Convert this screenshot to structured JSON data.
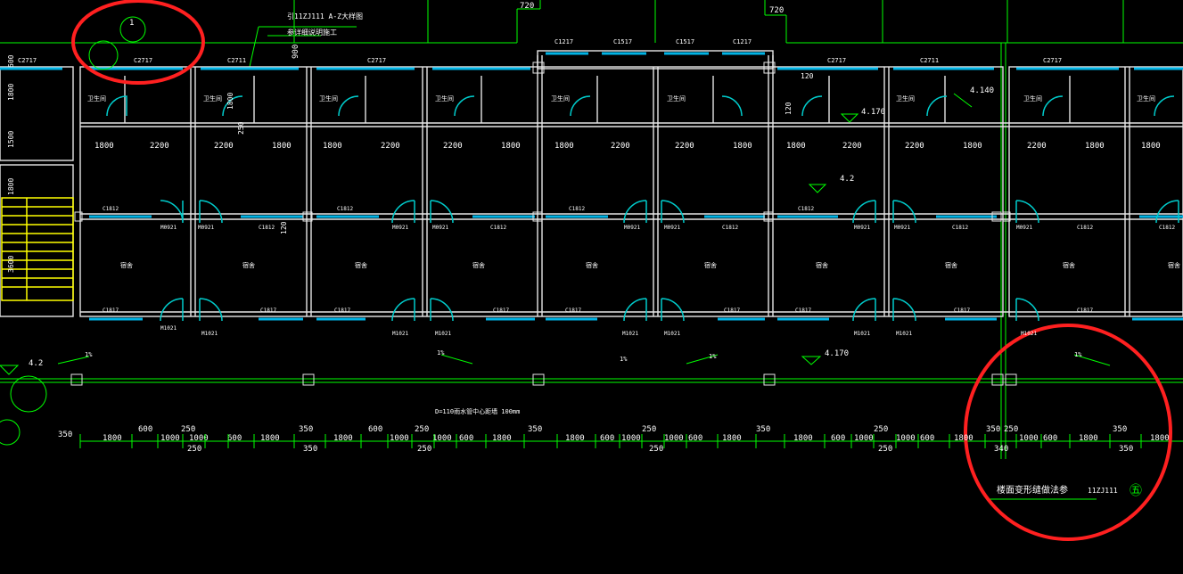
{
  "colors": {
    "background": "#000000",
    "wall": "#e6e6e6",
    "dimension": "#00ff00",
    "text": "#ffffff",
    "window": "#00b4e6",
    "door_swing": "#00cccc",
    "stair": "#ffff00",
    "markup_circle": "#ff2020"
  },
  "top_texts": {
    "t720_left": "720",
    "t720_right": "720",
    "note_line1": "引11ZJ111 A-Z大样图",
    "note_line2": "参详细说明施工",
    "dim_900": "900",
    "axis_1": "1"
  },
  "window_labels": [
    "C2717",
    "C2717",
    "C2711",
    "C2717",
    "C1217",
    "C1517",
    "C1517",
    "C1217",
    "C2717",
    "C2711",
    "C2717"
  ],
  "left_dims": [
    "600",
    "1800",
    "1500",
    "1800",
    "3600"
  ],
  "room_dims": [
    "1800",
    "2200",
    "2200",
    "1800",
    "1800",
    "2200",
    "2200",
    "1800",
    "1800",
    "2200",
    "2200",
    "1800",
    "1800",
    "2200",
    "2200",
    "1800",
    "2200",
    "1800",
    "1800"
  ],
  "small_dims": {
    "d1800": "1800",
    "d250": "250",
    "d120a": "120",
    "d120b": "120",
    "d120c": "120"
  },
  "levels": {
    "lvl_4140": "4.140",
    "lvl_4170a": "4.170",
    "lvl_42a": "4.2",
    "lvl_42b": "4.2",
    "lvl_4170b": "4.170"
  },
  "room_labels": [
    "卫生间",
    "卫生间",
    "卫生间",
    "卫生间",
    "卫生间",
    "卫生间",
    "卫生间",
    "卫生间",
    "卫生间"
  ],
  "bedroom_labels": [
    "宿舍",
    "宿舍",
    "宿舍",
    "宿舍",
    "宿舍",
    "宿舍",
    "宿舍",
    "宿舍",
    "宿舍",
    "宿舍"
  ],
  "door_labels_mid": [
    "C1812",
    "M0921",
    "M0921",
    "C1812",
    "C1812",
    "M0921",
    "M0921",
    "C1812",
    "C1812",
    "M0921",
    "M0921",
    "C1812",
    "C1812",
    "M0921",
    "M0921",
    "C1812",
    "M0921",
    "C1812",
    "C1812"
  ],
  "door_labels_bot": [
    "C1817",
    "M1021",
    "M1021",
    "C1817",
    "C1817",
    "M1021",
    "M1021",
    "C1817",
    "C1817",
    "M1021",
    "M1021",
    "C1817",
    "C1817",
    "M1021",
    "M1021",
    "C1817",
    "M1021",
    "C1817"
  ],
  "slope_labels": [
    "1%",
    "1%",
    "1%",
    "1%",
    "1%"
  ],
  "corridor_note": "D=110雨水管中心距墙 100mm",
  "bottom_dims": [
    "350",
    "1800",
    "600",
    "1000",
    "250",
    "1000",
    "600",
    "1800",
    "350",
    "1800",
    "600",
    "1000",
    "250",
    "1000",
    "600",
    "1800",
    "350",
    "1800",
    "600",
    "1000",
    "250",
    "1000",
    "600",
    "1800",
    "350",
    "1800",
    "600",
    "1000",
    "250",
    "1000",
    "600",
    "1800",
    "350",
    "250",
    "1000",
    "600",
    "1800",
    "350",
    "1800"
  ],
  "bottom_dims_lower": [
    "250",
    "350",
    "250",
    "250",
    "250",
    "340",
    "350"
  ],
  "legend": {
    "label": "楼面变形缝做法参",
    "ref": "11ZJ111",
    "symbol": "㊄"
  }
}
